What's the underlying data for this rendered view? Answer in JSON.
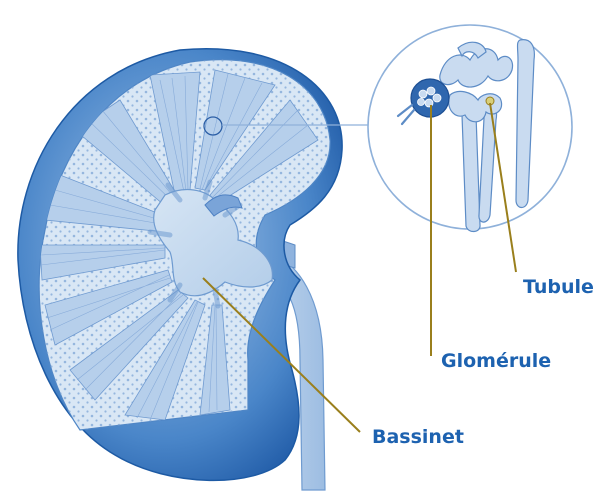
{
  "labels": {
    "tubule": "Tubule",
    "glomerule": "Glomérule",
    "bassinet": "Bassinet"
  },
  "colors": {
    "label": "#1d62b0",
    "kidney_outer": "#3d78bf",
    "kidney_cortex": "#c5d8ee",
    "kidney_medulla": "#a9c5e6",
    "leader_line": "#9a7f1c",
    "zoom_circle": "#8fb1da"
  }
}
